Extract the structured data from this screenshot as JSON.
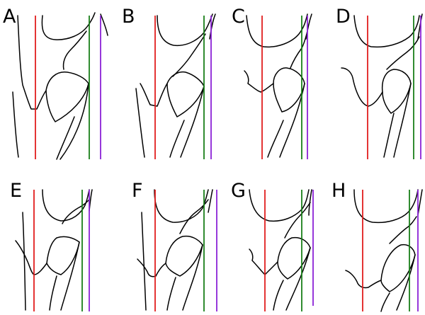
{
  "figure": {
    "panels": [
      {
        "id": "A",
        "letter": "A"
      },
      {
        "id": "B",
        "letter": "B"
      },
      {
        "id": "C",
        "letter": "C"
      },
      {
        "id": "D",
        "letter": "D"
      },
      {
        "id": "E",
        "letter": "E"
      },
      {
        "id": "F",
        "letter": "F"
      },
      {
        "id": "G",
        "letter": "G"
      },
      {
        "id": "H",
        "letter": "H"
      }
    ],
    "line_colors": {
      "red": "#e11d1d",
      "green": "#1a7f1a",
      "purple": "#8b22d6"
    }
  }
}
